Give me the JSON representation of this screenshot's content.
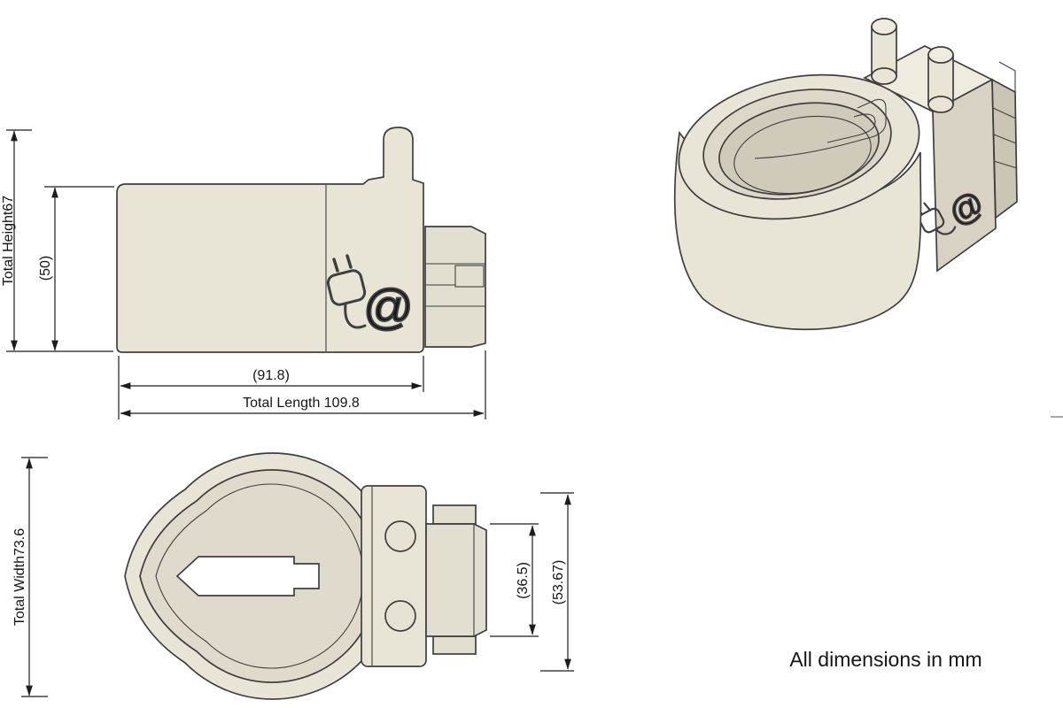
{
  "note": "All dimensions in mm",
  "side_view": {
    "total_height": "Total Height67",
    "height_50": "(50)",
    "length_91_8": "(91.8)",
    "total_length": "Total Length 109.8",
    "logo_glyph": "@"
  },
  "top_view": {
    "total_width": "Total Width73.6",
    "width_36_5": "(36.5)",
    "width_53_67": "(53.67)"
  },
  "iso_view": {
    "logo_glyph": "@"
  },
  "colors": {
    "part_fill": "#e8e4d6",
    "part_shade": "#d7d2c3",
    "part_dark": "#cac5b5",
    "outline": "#3f3f3f",
    "dimension_line": "#1c1c1c",
    "background": "#ffffff"
  }
}
